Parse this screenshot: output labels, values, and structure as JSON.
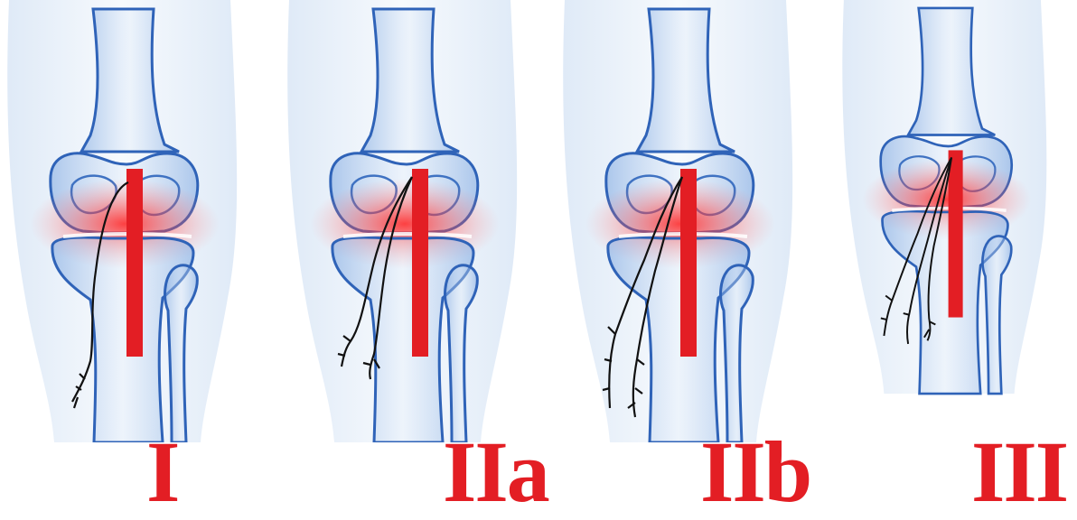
{
  "figure": {
    "accent_color": "#e31e24",
    "nerve_color": "#111111",
    "bone_color": "#2f63b8",
    "inflammation_color": "#ff2a2a"
  },
  "panels": [
    {
      "label": "I",
      "nerve_branches": 1,
      "icon": "knee-anatomy"
    },
    {
      "label": "IIa",
      "nerve_branches": 2,
      "icon": "knee-anatomy"
    },
    {
      "label": "IIb",
      "nerve_branches": 2,
      "icon": "knee-anatomy"
    },
    {
      "label": "III",
      "nerve_branches": 3,
      "icon": "knee-anatomy"
    }
  ]
}
